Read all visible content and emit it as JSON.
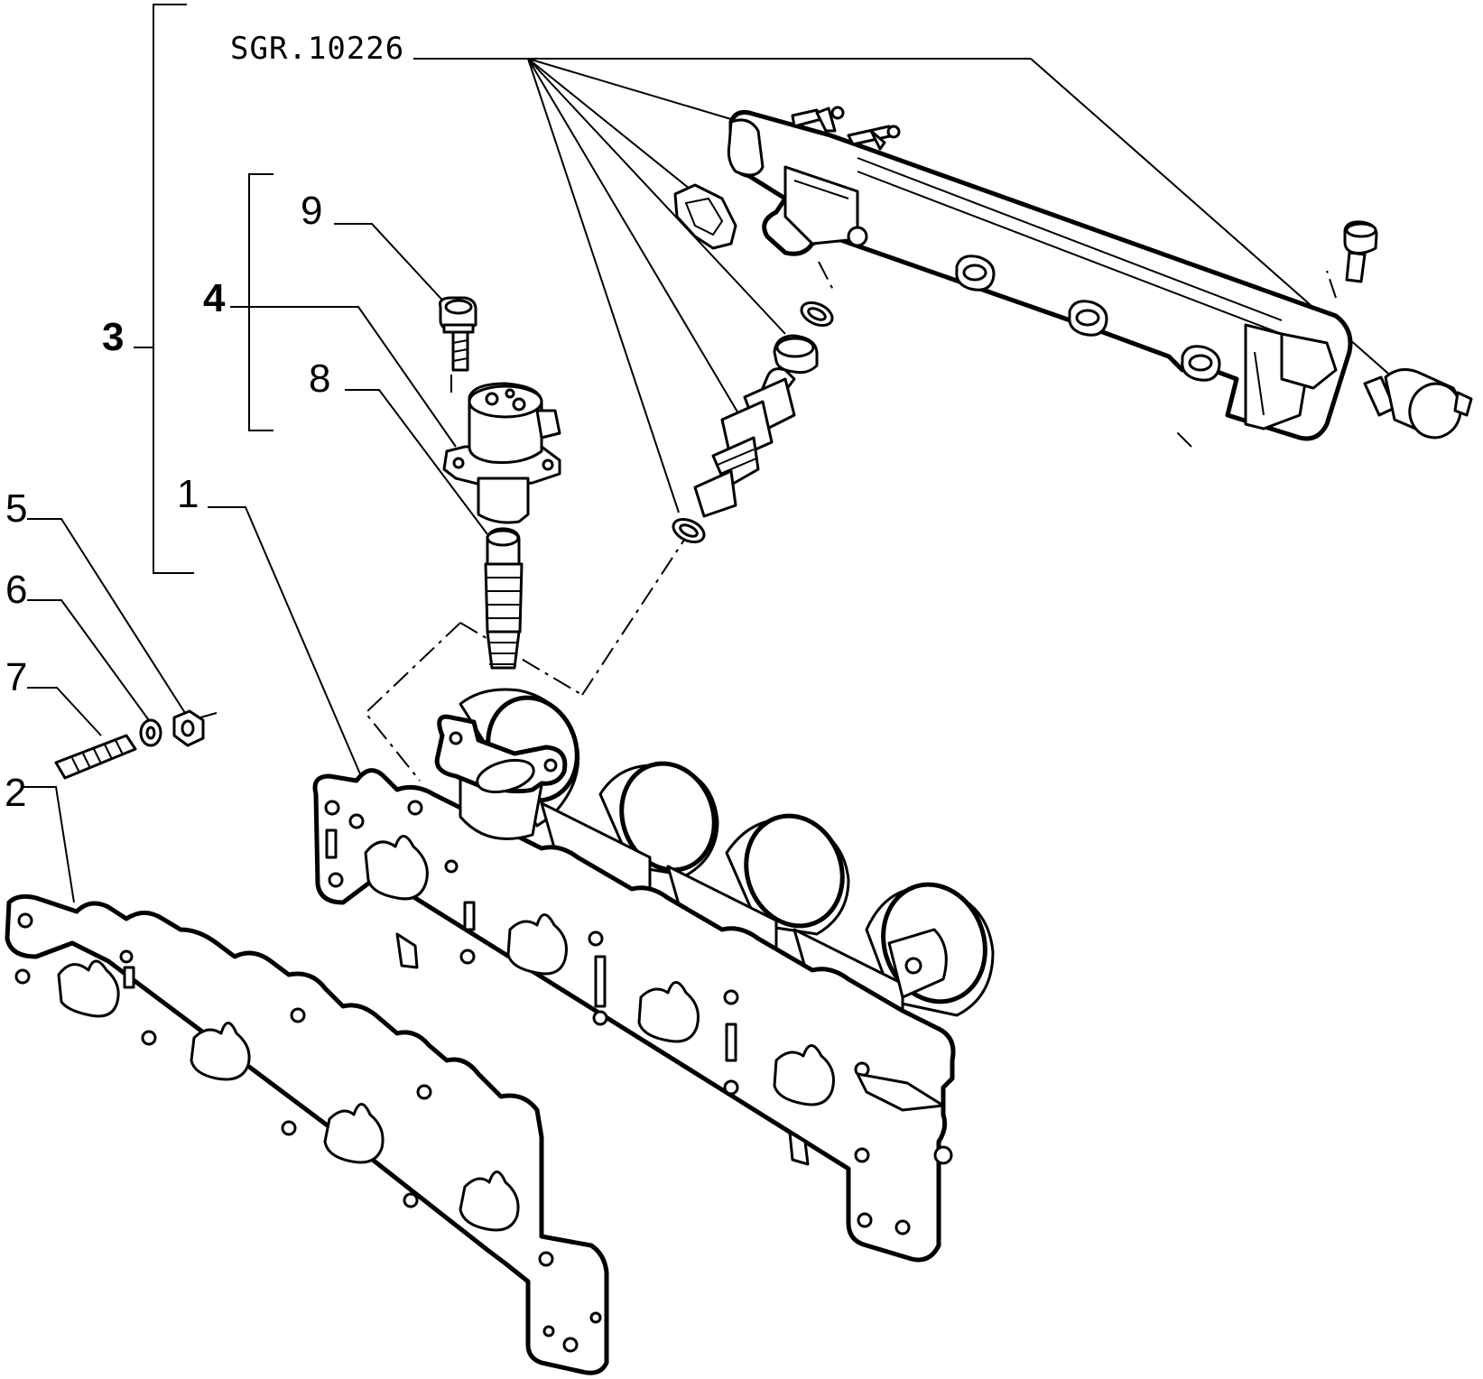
{
  "diagram": {
    "reference_code": "SGR.10226",
    "callouts": [
      {
        "id": "1",
        "label": "1"
      },
      {
        "id": "2",
        "label": "2"
      },
      {
        "id": "3",
        "label": "3"
      },
      {
        "id": "4",
        "label": "4"
      },
      {
        "id": "5",
        "label": "5"
      },
      {
        "id": "6",
        "label": "6"
      },
      {
        "id": "7",
        "label": "7"
      },
      {
        "id": "8",
        "label": "8"
      },
      {
        "id": "9",
        "label": "9"
      }
    ]
  }
}
